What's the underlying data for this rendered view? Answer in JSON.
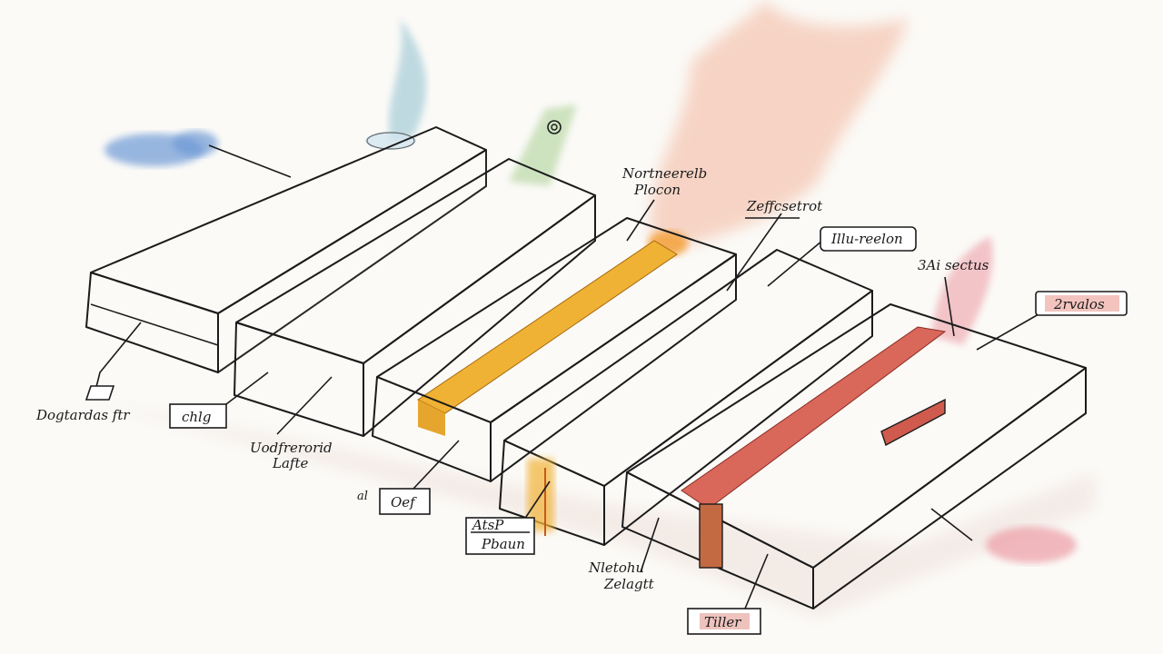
{
  "figure": {
    "title": "Watercolor cross-section sketch of five material slabs",
    "slabs": [
      {
        "name": "blue-slab",
        "top_color": "#5b86c4",
        "side_color": "#b9bcc0"
      },
      {
        "name": "green-slab",
        "top_color": "#6f9a5c",
        "side_color": "#9a9c9f"
      },
      {
        "name": "grey-slab-yellow-seam",
        "top_color": "#c8cbcf",
        "seam_color": "#f0b234",
        "side_color": "#8e9094"
      },
      {
        "name": "dark-slab",
        "top_color": "#6b6c6f",
        "side_color": "#b2b3b6"
      },
      {
        "name": "grey-slab-red-seam",
        "top_color": "#a9aeb8",
        "seam_color": "#d9675a",
        "side_color": "#6e7075"
      }
    ],
    "labels": {
      "left_tool": "Dogtardas ftr",
      "chip": "chlg",
      "mid_left_1": "Uodfrerorid",
      "mid_left_2": "Lafte",
      "small_tag": "al",
      "oef": "Oef",
      "stack_1": "AtsP",
      "stack_2": "Pbaun",
      "top_1": "Nortneerelb",
      "top_2": "Plocon",
      "zeff": "Zeffcsetrot",
      "illu": "Illu-reelon",
      "sect": "3Ai sectus",
      "zrvalos": "2rvalos",
      "bottom_1": "Nletohu",
      "bottom_2": "Zelagtt",
      "tiller": "Tiller"
    },
    "colors": {
      "ink": "#1b1b1b",
      "blue_smoke": "#6e9ad6",
      "green_smoke": "#a9cf91",
      "orange_smoke": "#f3b59b",
      "red_smoke": "#ea8d98",
      "flame": "#f4a23a"
    }
  }
}
